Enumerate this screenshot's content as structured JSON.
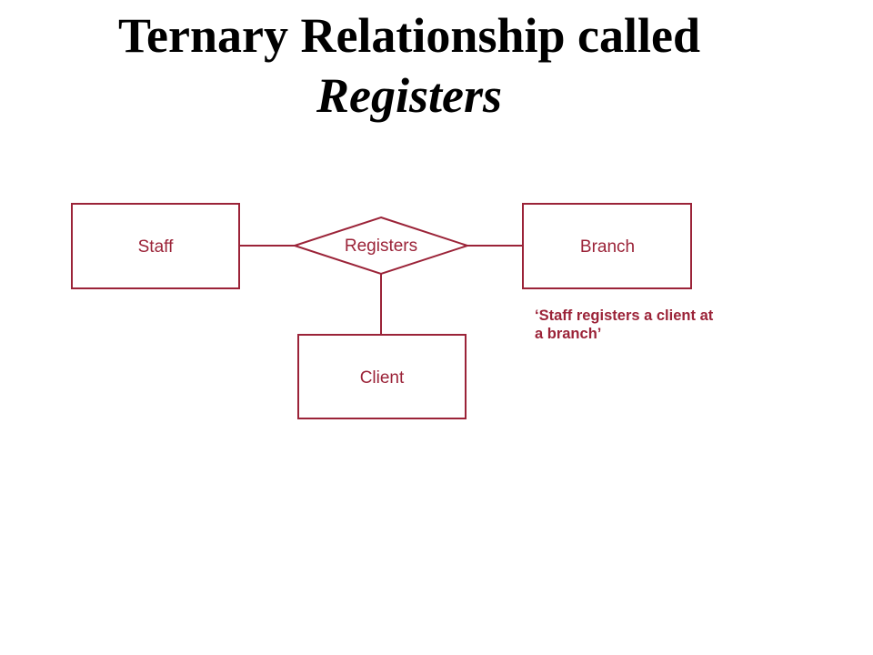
{
  "title": {
    "line1": "Ternary Relationship called",
    "line2": "Registers"
  },
  "diagram": {
    "entities": {
      "staff": "Staff",
      "branch": "Branch",
      "client": "Client"
    },
    "relationship": "Registers",
    "caption_line1": "‘Staff registers a client at",
    "caption_line2": "a branch’"
  },
  "colors": {
    "diagram": "#9b2338",
    "caption": "#9b2338",
    "title": "#000000"
  }
}
